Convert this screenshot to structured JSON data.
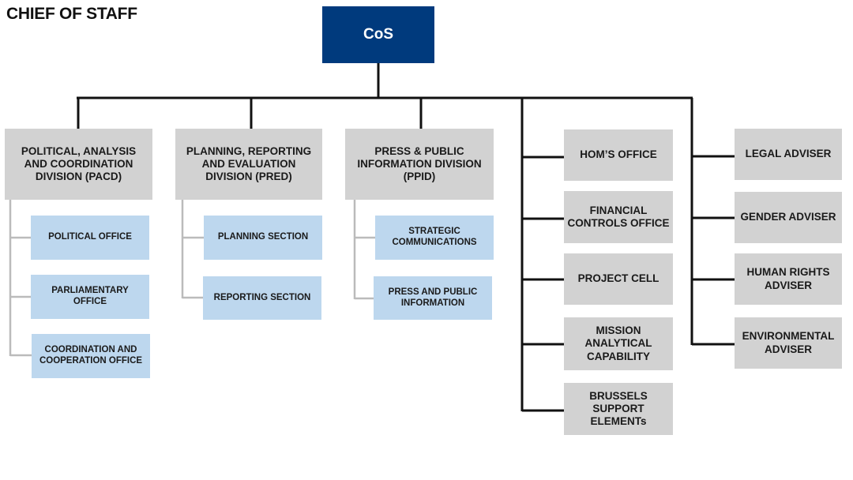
{
  "title": "CHIEF OF STAFF",
  "top": "CoS",
  "divisions": [
    {
      "label": "POLITICAL, ANALYSIS AND COORDINATION DIVISION (PACD)",
      "units": [
        "POLITICAL OFFICE",
        "PARLIAMENTARY OFFICE",
        "COORDINATION AND COOPERATION OFFICE"
      ]
    },
    {
      "label": "PLANNING, REPORTING AND EVALUATION DIVISION (PRED)",
      "units": [
        "PLANNING SECTION",
        "REPORTING SECTION"
      ]
    },
    {
      "label": "PRESS & PUBLIC INFORMATION DIVISION (PPID)",
      "units": [
        "STRATEGIC COMMUNICATIONS",
        "PRESS AND PUBLIC INFORMATION"
      ]
    }
  ],
  "offices": [
    "HOM’S OFFICE",
    "FINANCIAL CONTROLS OFFICE",
    "PROJECT CELL",
    "MISSION ANALYTICAL CAPABILITY",
    "BRUSSELS SUPPORT ELEMENTs"
  ],
  "advisers": [
    "LEGAL ADVISER",
    "GENDER ADVISER",
    "HUMAN RIGHTS ADVISER",
    "ENVIRONMENTAL ADVISER"
  ],
  "colors": {
    "top_box": "#003a7d",
    "division_box": "#d2d2d2",
    "unit_box": "#bdd7ee",
    "connector": "#111111",
    "sub_connector": "#bbbbbb"
  }
}
